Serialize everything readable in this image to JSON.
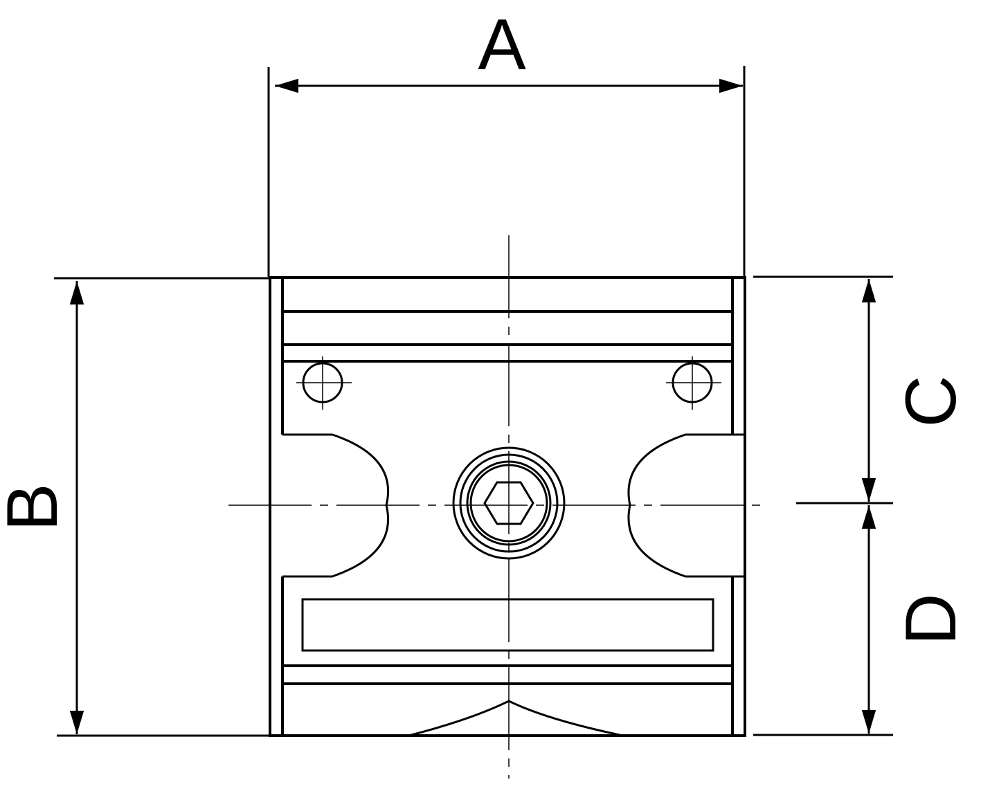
{
  "dimensions": {
    "a": "A",
    "b": "B",
    "c": "C",
    "d": "D"
  },
  "colors": {
    "line": "#000000",
    "background": "#ffffff"
  }
}
